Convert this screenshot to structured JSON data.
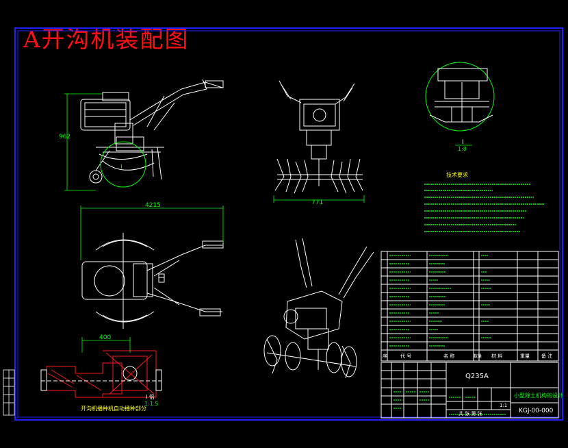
{
  "drawing": {
    "title": "A开沟机装配图",
    "colors": {
      "background": "#000000",
      "frame": "#2020ff",
      "outline": "#ffffff",
      "dimension": "#00ff00",
      "section": "#ff1a1a",
      "title_text": "#ff1010",
      "notes": "#00ff00"
    }
  },
  "views": {
    "side_height_dim": "962",
    "detail_marker": "I",
    "front_width_dim": "771",
    "top_length_dim": "4215",
    "section_width_dim": "400",
    "detail_scale_label": "I",
    "detail_scale_value": "1:8",
    "section_scale_label": "I 倍",
    "section_scale_value": "1:1.5",
    "section_caption": "开沟机播种机自动播种部分"
  },
  "notes": {
    "heading": "技术要求"
  },
  "title_block": {
    "material": "Q235A",
    "drawing_name": "小型除土机构的设计",
    "drawing_number": "KGJ-00-000",
    "scale": "1:1",
    "sheet_info": "共 张 第 张",
    "header_labels": [
      "序",
      "代 号",
      "名 称",
      "数量",
      "材 料",
      "重量",
      "备 注"
    ]
  }
}
